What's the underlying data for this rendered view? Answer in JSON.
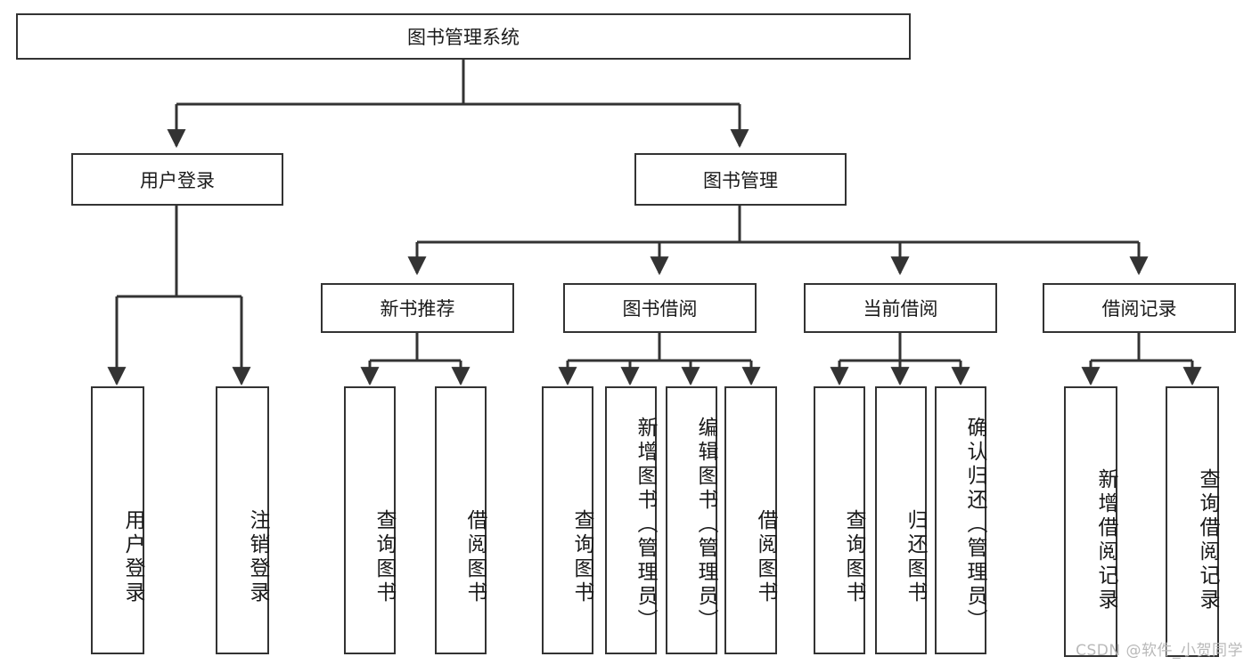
{
  "diagram": {
    "title": "图书管理系统",
    "watermark": "CSDN @软件_小贺同学",
    "root": {
      "label": "图书管理系统"
    },
    "level2": [
      {
        "id": "user-login",
        "label": "用户登录"
      },
      {
        "id": "book-management",
        "label": "图书管理"
      }
    ],
    "level3": [
      {
        "id": "new-book-recommend",
        "label": "新书推荐"
      },
      {
        "id": "book-borrow",
        "label": "图书借阅"
      },
      {
        "id": "current-borrow",
        "label": "当前借阅"
      },
      {
        "id": "borrow-record",
        "label": "借阅记录"
      }
    ],
    "leaves": {
      "user_login": [
        {
          "id": "leaf-user-login",
          "label": "用户登录"
        },
        {
          "id": "leaf-logout-login",
          "label": "注销登录"
        }
      ],
      "new_book_recommend": [
        {
          "id": "leaf-query-book-1",
          "label": "查询图书"
        },
        {
          "id": "leaf-borrow-book-1",
          "label": "借阅图书"
        }
      ],
      "book_borrow": [
        {
          "id": "leaf-query-book-2",
          "label": "查询图书"
        },
        {
          "id": "leaf-add-book-admin",
          "label": "新增图书（管理员）"
        },
        {
          "id": "leaf-edit-book-admin",
          "label": "编辑图书（管理员）"
        },
        {
          "id": "leaf-borrow-book-2",
          "label": "借阅图书"
        }
      ],
      "current_borrow": [
        {
          "id": "leaf-query-book-3",
          "label": "查询图书"
        },
        {
          "id": "leaf-return-book",
          "label": "归还图书"
        },
        {
          "id": "leaf-confirm-return-admin",
          "label": "确认归还（管理员）"
        }
      ],
      "borrow_record": [
        {
          "id": "leaf-add-borrow-record",
          "label": "新增借阅记录"
        },
        {
          "id": "leaf-query-borrow-record",
          "label": "查询借阅记录"
        }
      ]
    },
    "colors": {
      "stroke": "#333333",
      "fill": "#ffffff",
      "text": "#1a1a1a",
      "watermark": "#b9b9b9"
    }
  }
}
